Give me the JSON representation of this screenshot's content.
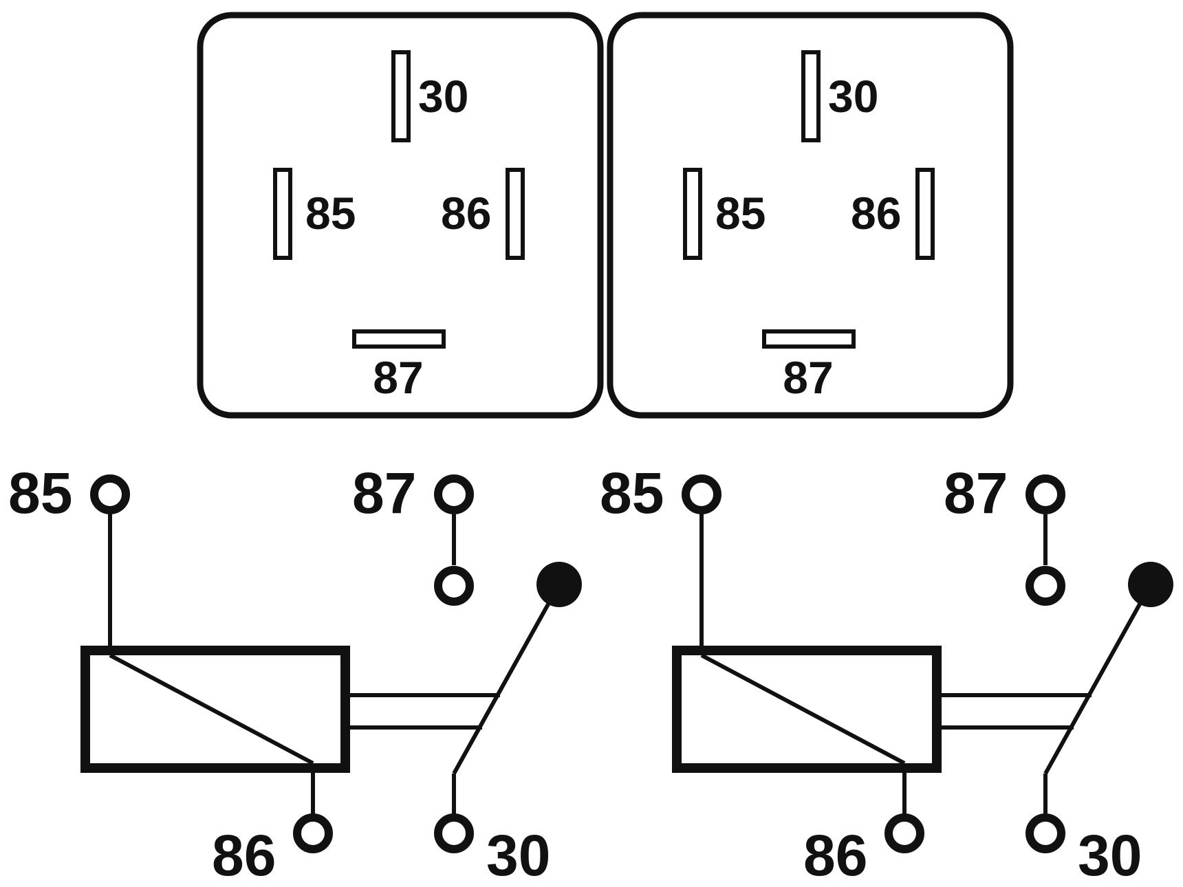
{
  "colors": {
    "ink": "#111111",
    "paper": "#ffffff"
  },
  "relay_boxes": [
    {
      "pins": {
        "top": "30",
        "left": "85",
        "right": "86",
        "bottom": "87"
      }
    },
    {
      "pins": {
        "top": "30",
        "left": "85",
        "right": "86",
        "bottom": "87"
      }
    }
  ],
  "schematics": [
    {
      "terminals": {
        "coil_top": "85",
        "coil_bottom": "86",
        "contact_no": "87",
        "common": "30"
      }
    },
    {
      "terminals": {
        "coil_top": "85",
        "coil_bottom": "86",
        "contact_no": "87",
        "common": "30"
      }
    }
  ]
}
